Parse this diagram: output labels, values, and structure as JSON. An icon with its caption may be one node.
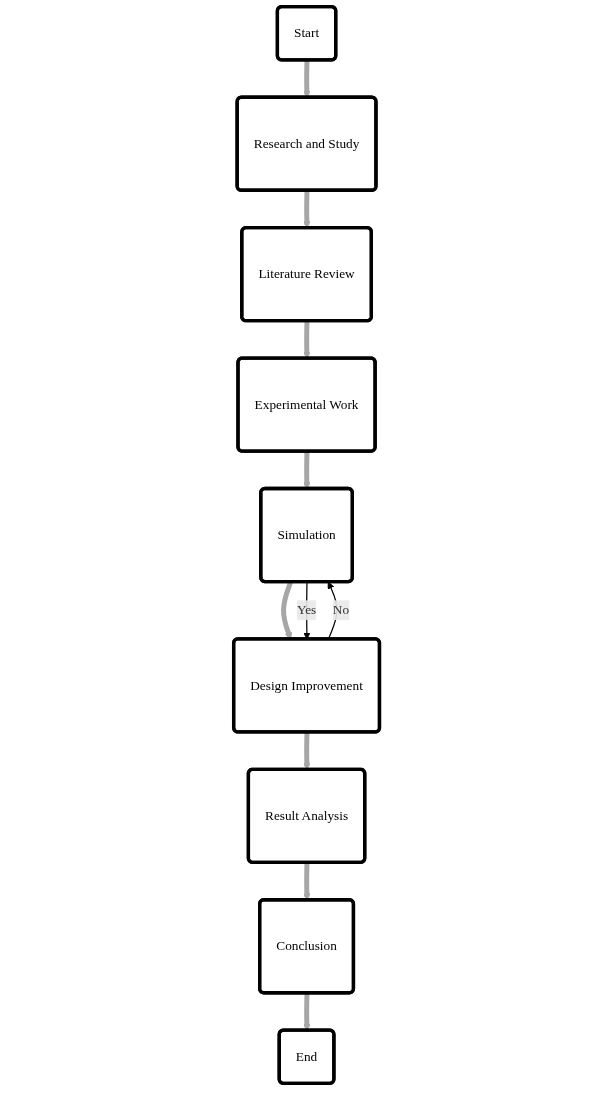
{
  "diagram": {
    "nodes": [
      {
        "text": [
          "Start"
        ]
      },
      {
        "text": [
          "Research and Study"
        ]
      },
      {
        "text": [
          "Literature Review"
        ]
      },
      {
        "text": [
          "Experimental Work"
        ]
      },
      {
        "text": [
          "Simulation"
        ]
      },
      {
        "text": [
          "Design Improvement"
        ]
      },
      {
        "text": [
          "Result Analysis"
        ]
      },
      {
        "text": [
          "Conclusion"
        ]
      },
      {
        "text": [
          "End"
        ]
      }
    ],
    "edges": [
      {
        "from": 0,
        "to": 1,
        "arrow": "to"
      },
      {
        "from": 1,
        "to": 2,
        "arrow": "to"
      },
      {
        "from": 2,
        "to": 3,
        "arrow": "to"
      },
      {
        "from": 3,
        "to": 4,
        "arrow": "to"
      },
      {
        "from": 4,
        "to": 5,
        "arrow": "to"
      },
      {
        "from": 5,
        "to": 4,
        "arrow": "to",
        "label": "No",
        "color": "#000000"
      },
      {
        "from": 4,
        "to": 5,
        "arrow": "to",
        "label": "Yes",
        "color": "#000000"
      },
      {
        "from": 5,
        "to": 6,
        "arrow": "to"
      },
      {
        "from": 6,
        "to": 7,
        "arrow": "to"
      },
      {
        "from": 7,
        "to": 8,
        "arrow": "to"
      }
    ]
  }
}
